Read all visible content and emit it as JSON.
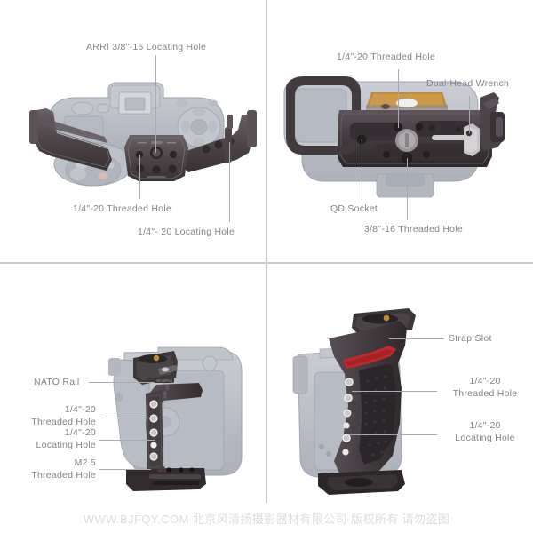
{
  "document": {
    "title": "Camera Cage Feature Callout Sheet",
    "background_color": "#ffffff",
    "divider_color": "#c9c9cf",
    "label_color": "#84848b",
    "leader_color": "#a9a9b0",
    "accent_brass": "#c08b3e",
    "accent_red": "#c0282a",
    "cage_color": "#4a4448",
    "camera_ghost_color": "#b9bcc4"
  },
  "panels": [
    {
      "id": "top-left",
      "name": "top-view-callouts",
      "labels": [
        {
          "id": "arri-locating-hole",
          "text": "ARRI 3/8\"-16 Locating Hole"
        },
        {
          "id": "quarter-threaded-hole",
          "text": "1/4\"-20 Threaded Hole"
        },
        {
          "id": "quarter-locating-hole",
          "text": "1/4\"- 20 Locating Hole"
        }
      ]
    },
    {
      "id": "top-right",
      "name": "rear-view-callouts",
      "labels": [
        {
          "id": "quarter-threaded-hole",
          "text": "1/4\"-20 Threaded Hole"
        },
        {
          "id": "dual-head-wrench",
          "text": "Dual-Head Wrench"
        },
        {
          "id": "qd-socket",
          "text": "QD Socket"
        },
        {
          "id": "three-eighth-threaded-hole",
          "text": "3/8\"-16 Threaded Hole"
        }
      ]
    },
    {
      "id": "bottom-left",
      "name": "left-side-view-callouts",
      "labels": [
        {
          "id": "nato-rail",
          "text": "NATO Rail"
        },
        {
          "id": "quarter-threaded-hole",
          "line1": "1/4\"-20",
          "line2": "Threaded Hole"
        },
        {
          "id": "quarter-locating-hole",
          "line1": "1/4\"-20",
          "line2": "Locating Hole"
        },
        {
          "id": "m25-threaded-hole",
          "line1": "M2.5",
          "line2": "Threaded Hole"
        }
      ]
    },
    {
      "id": "bottom-right",
      "name": "right-side-view-callouts",
      "labels": [
        {
          "id": "strap-slot",
          "text": "Strap Slot"
        },
        {
          "id": "quarter-threaded-hole",
          "line1": "1/4\"-20",
          "line2": "Threaded Hole"
        },
        {
          "id": "quarter-locating-hole",
          "line1": "1/4\"-20",
          "line2": "Locating Hole"
        }
      ]
    }
  ],
  "watermark": {
    "text": "WWW.BJFQY.COM 北京风清扬摄影器材有限公司 版权所有 请勿盗图"
  }
}
